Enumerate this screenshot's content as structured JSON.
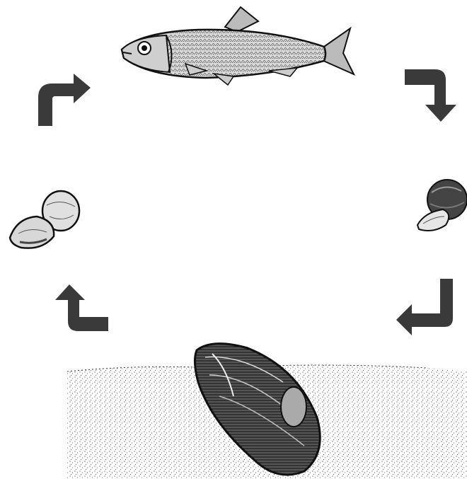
{
  "diagram": {
    "stages": [
      {
        "id": "adult-fish",
        "icon": "fish-icon"
      },
      {
        "id": "glochidia-attached",
        "icon": "larva-on-gill-icon"
      },
      {
        "id": "adult-mussel",
        "icon": "mussel-icon"
      },
      {
        "id": "glochidium-larva",
        "icon": "glochidium-icon"
      }
    ],
    "arrow_color": "#3a3a3a",
    "ink_color": "#1a1a1a",
    "background": "#ffffff"
  }
}
